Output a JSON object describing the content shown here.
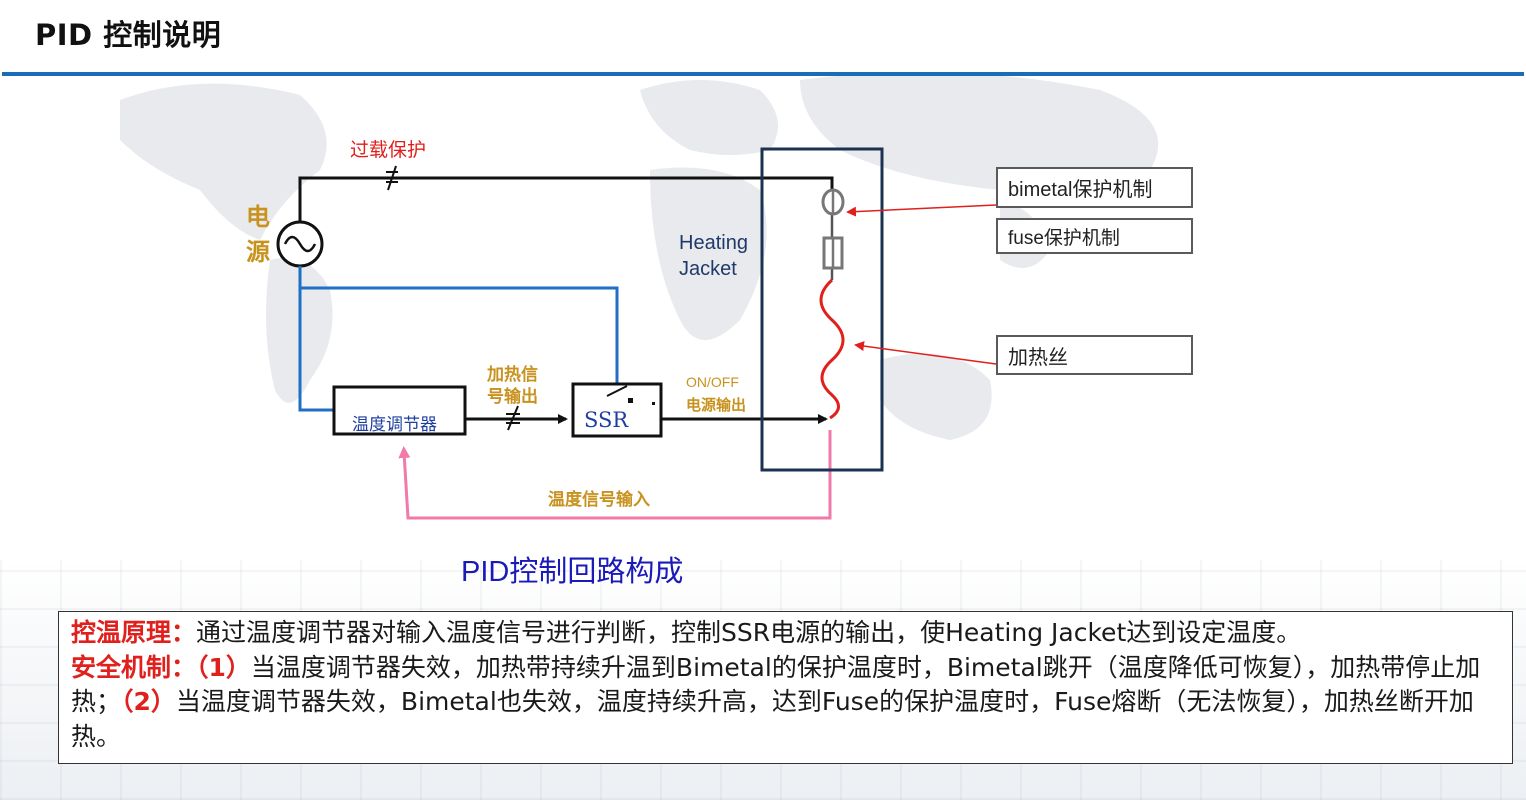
{
  "slide": {
    "title": "PID 控制说明"
  },
  "diagram": {
    "overload_label": "过载保护",
    "power_label_1": "电",
    "power_label_2": "源",
    "heating_jacket_line1": "Heating",
    "heating_jacket_line2": "Jacket",
    "controller_label": "温度调节器",
    "heat_signal_line1": "加热信",
    "heat_signal_line2": "号输出",
    "ssr_label": "SSR",
    "onoff_line1": "ON/OFF",
    "onoff_line2": "电源输出",
    "temp_signal_label": "温度信号输入",
    "bimetal_box": "bimetal保护机制",
    "fuse_box": "fuse保护机制",
    "heater_box": "加热丝",
    "caption": "PID控制回路构成"
  },
  "explanation": {
    "p1_key": "控温原理：",
    "p1_text": "通过温度调节器对输入温度信号进行判断，控制SSR电源的输出，使Heating Jacket达到设定温度。",
    "p2_key": "安全机制：",
    "p2_num1": "（1）",
    "p2_text1": "当温度调节器失效，加热带持续升温到Bimetal的保护温度时，Bimetal跳开（温度降低可恢复）",
    "p2_text2": "，加热带停止加热；",
    "p2_num2": "（2）",
    "p2_text3": "当温度调节器失效，Bimetal也失效，温度持续升高，达到Fuse的保护温度时，Fuse熔",
    "p2_text4": "断（无法恢复），加热丝断开加热。"
  },
  "colors": {
    "title_rule": "#1a6bb8",
    "blue_wire": "#1f6fc6",
    "pink_wire": "#f07aa8",
    "heater_coil": "#e0201c",
    "red_text": "#e0201c",
    "gold_text": "#c8921e"
  }
}
